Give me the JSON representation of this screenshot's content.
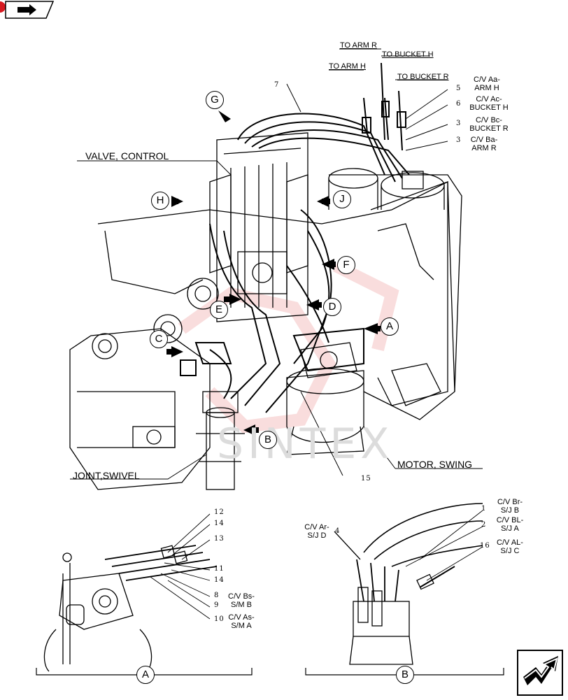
{
  "nav": {
    "back_icon": "arrow-right-icon",
    "next_icon": "return-arrow-icon"
  },
  "watermark": "SINTEX",
  "callouts": {
    "G": "G",
    "H": "H",
    "J": "J",
    "F": "F",
    "E": "E",
    "D": "D",
    "A": "A",
    "C": "C",
    "B": "B"
  },
  "labels": {
    "valve_control": "VALVE, CONTROL",
    "joint_swivel": "JOINT,SWIVEL",
    "motor_swing": "MOTOR, SWING",
    "to_arm_r": "TO ARM R",
    "to_bucket_h": "TO BUCKET H",
    "to_arm_h": "TO ARM H",
    "to_bucket_r": "TO BUCKET R",
    "cv_aa_1": "C/V Aa-",
    "cv_aa_2": "ARM H",
    "cv_ac_1": "C/V Ac-",
    "cv_ac_2": "BUCKET H",
    "cv_bc_1": "C/V Bc-",
    "cv_bc_2": "BUCKET R",
    "cv_ba_1": "C/V Ba-",
    "cv_ba_2": "ARM R",
    "cv_br_1": "C/V Br-",
    "cv_br_2": "S/J B",
    "cv_bl_1": "C/V BL-",
    "cv_bl_2": "S/J A",
    "cv_al_1": "C/V AL-",
    "cv_al_2": "S/J C",
    "cv_ar_1": "C/V Ar-",
    "cv_ar_2": "S/J D",
    "cv_bs_1": "C/V Bs-",
    "cv_bs_2": "S/M B",
    "cv_as_1": "C/V As-",
    "cv_as_2": "S/M A"
  },
  "part_numbers": {
    "n7": "7",
    "n5": "5",
    "n6": "6",
    "n3a": "3",
    "n3b": "3",
    "n15": "15",
    "n12": "12",
    "n14a": "14",
    "n13": "13",
    "n11": "11",
    "n14b": "14",
    "n8": "8",
    "n9": "9",
    "n10": "10",
    "n1": "1",
    "n2": "2",
    "n16": "16",
    "n4": "4"
  },
  "details": {
    "a": "A",
    "b": "B"
  }
}
